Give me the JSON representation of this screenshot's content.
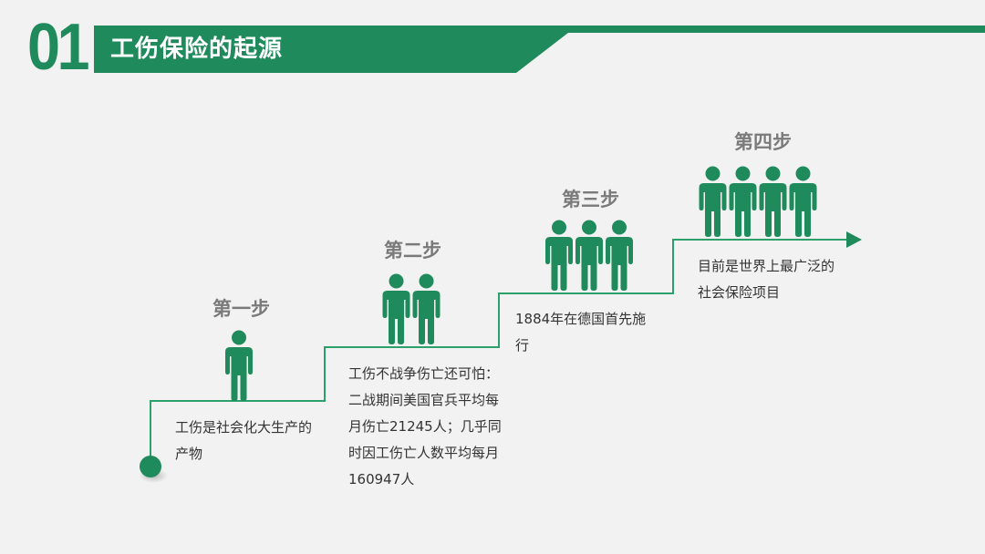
{
  "header": {
    "number": "01",
    "title": "工伤保险的起源"
  },
  "colors": {
    "accent": "#1f8a5b",
    "line": "#2ca06b",
    "step_title": "#7a7a7a",
    "text": "#333333",
    "background": "#f2f2f2"
  },
  "steps": [
    {
      "title": "第一步",
      "description": "工伤是社会化大生产的产物",
      "people": 1,
      "icon": "person-icon"
    },
    {
      "title": "第二步",
      "description": "工伤不战争伤亡还可怕：二战期间美国官兵平均每月伤亡21245人；几乎同时因工伤亡人数平均每月160947人",
      "people": 2,
      "icon": "person-icon"
    },
    {
      "title": "第三步",
      "description": "1884年在德国首先施行",
      "people": 3,
      "icon": "person-icon"
    },
    {
      "title": "第四步",
      "description": "目前是世界上最广泛的社会保险项目",
      "people": 4,
      "icon": "person-icon"
    }
  ]
}
